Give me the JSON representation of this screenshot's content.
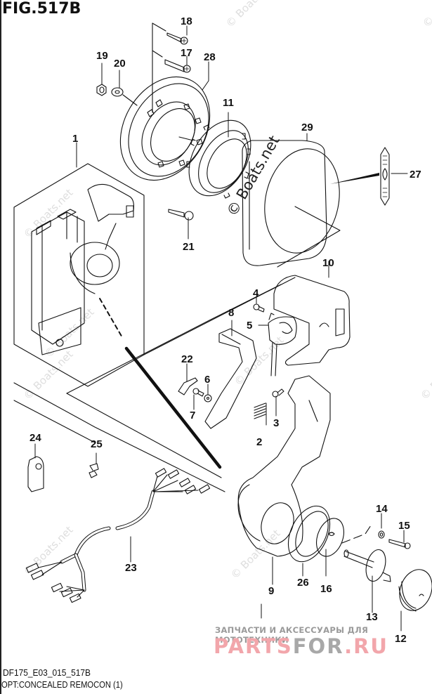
{
  "figure": {
    "title": "FIG.517B",
    "model_code": "DF175_E03_015_517B",
    "caption": "OPT:CONCEALED REMOCON (1)"
  },
  "callouts": [
    {
      "id": "1",
      "label": "1"
    },
    {
      "id": "2",
      "label": "2"
    },
    {
      "id": "3",
      "label": "3"
    },
    {
      "id": "4",
      "label": "4"
    },
    {
      "id": "5",
      "label": "5"
    },
    {
      "id": "6",
      "label": "6"
    },
    {
      "id": "7",
      "label": "7"
    },
    {
      "id": "8",
      "label": "8"
    },
    {
      "id": "9",
      "label": "9"
    },
    {
      "id": "10",
      "label": "10"
    },
    {
      "id": "11",
      "label": "11"
    },
    {
      "id": "12",
      "label": "12"
    },
    {
      "id": "13",
      "label": "13"
    },
    {
      "id": "14",
      "label": "14"
    },
    {
      "id": "15",
      "label": "15"
    },
    {
      "id": "16",
      "label": "16"
    },
    {
      "id": "17",
      "label": "17"
    },
    {
      "id": "18",
      "label": "18"
    },
    {
      "id": "19",
      "label": "19"
    },
    {
      "id": "20",
      "label": "20"
    },
    {
      "id": "21",
      "label": "21"
    },
    {
      "id": "22",
      "label": "22"
    },
    {
      "id": "23",
      "label": "23"
    },
    {
      "id": "24",
      "label": "24"
    },
    {
      "id": "25",
      "label": "25"
    },
    {
      "id": "26",
      "label": "26"
    },
    {
      "id": "27",
      "label": "27"
    },
    {
      "id": "28",
      "label": "28"
    },
    {
      "id": "29",
      "label": "29"
    }
  ],
  "watermarks": {
    "boats": "© Boats.net",
    "partsfor_tagline": "ЗАПЧАСТИ И АКСЕССУАРЫ ДЛЯ МОТОТЕХНИКИ",
    "partsfor_logo_a": "PARTS",
    "partsfor_logo_b": "FOR",
    "partsfor_logo_c": ".RU"
  }
}
